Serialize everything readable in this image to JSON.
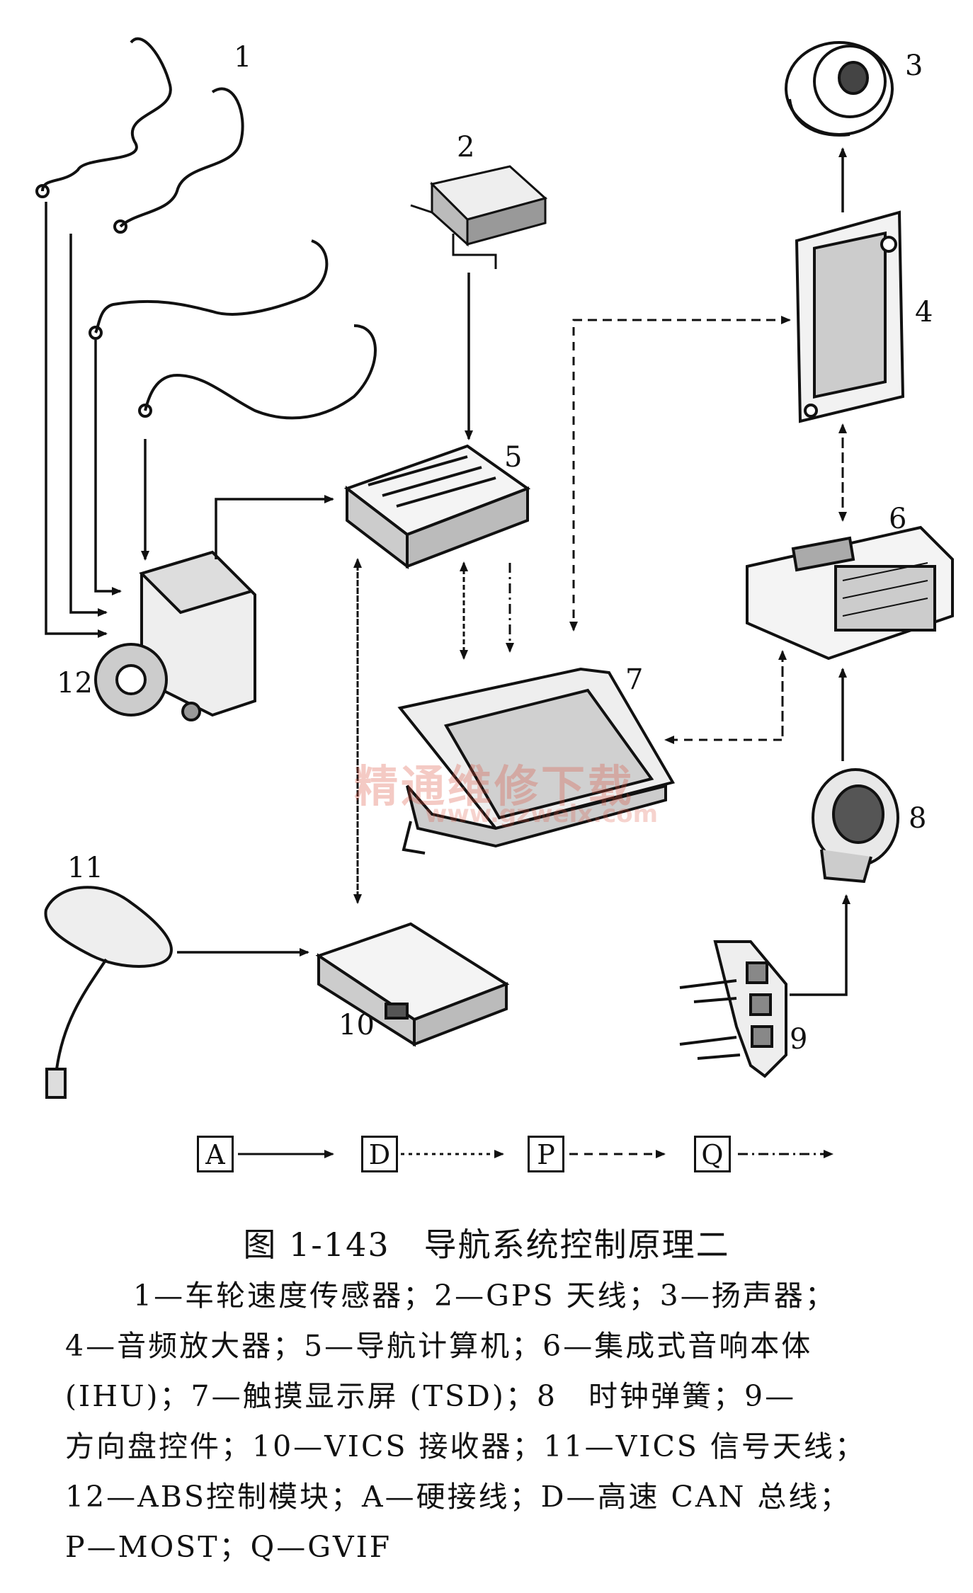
{
  "labels": {
    "n1": "1",
    "n2": "2",
    "n3": "3",
    "n4": "4",
    "n5": "5",
    "n6": "6",
    "n7": "7",
    "n8": "8",
    "n9": "9",
    "n10": "10",
    "n11": "11",
    "n12": "12"
  },
  "legend": {
    "a": "A",
    "d": "D",
    "p": "P",
    "q": "Q"
  },
  "watermark": {
    "text": "精通维修下载",
    "url": "www.gzweix.com"
  },
  "caption": "图 1-143　导航系统控制原理二",
  "description": {
    "line1": "1—车轮速度传感器；2—GPS 天线；3—扬声器；",
    "line2": "4—音频放大器；5—导航计算机；6—集成式音响本体",
    "line3": "(IHU)；7—触摸显示屏 (TSD)；8　时钟弹簧；9—",
    "line4": "方向盘控件；10—VICS 接收器；11—VICS 信号天线；",
    "line5": "12—ABS控制模块；A—硬接线；D—高速 CAN 总线；",
    "line6": "P—MOST；Q—GVIF"
  }
}
